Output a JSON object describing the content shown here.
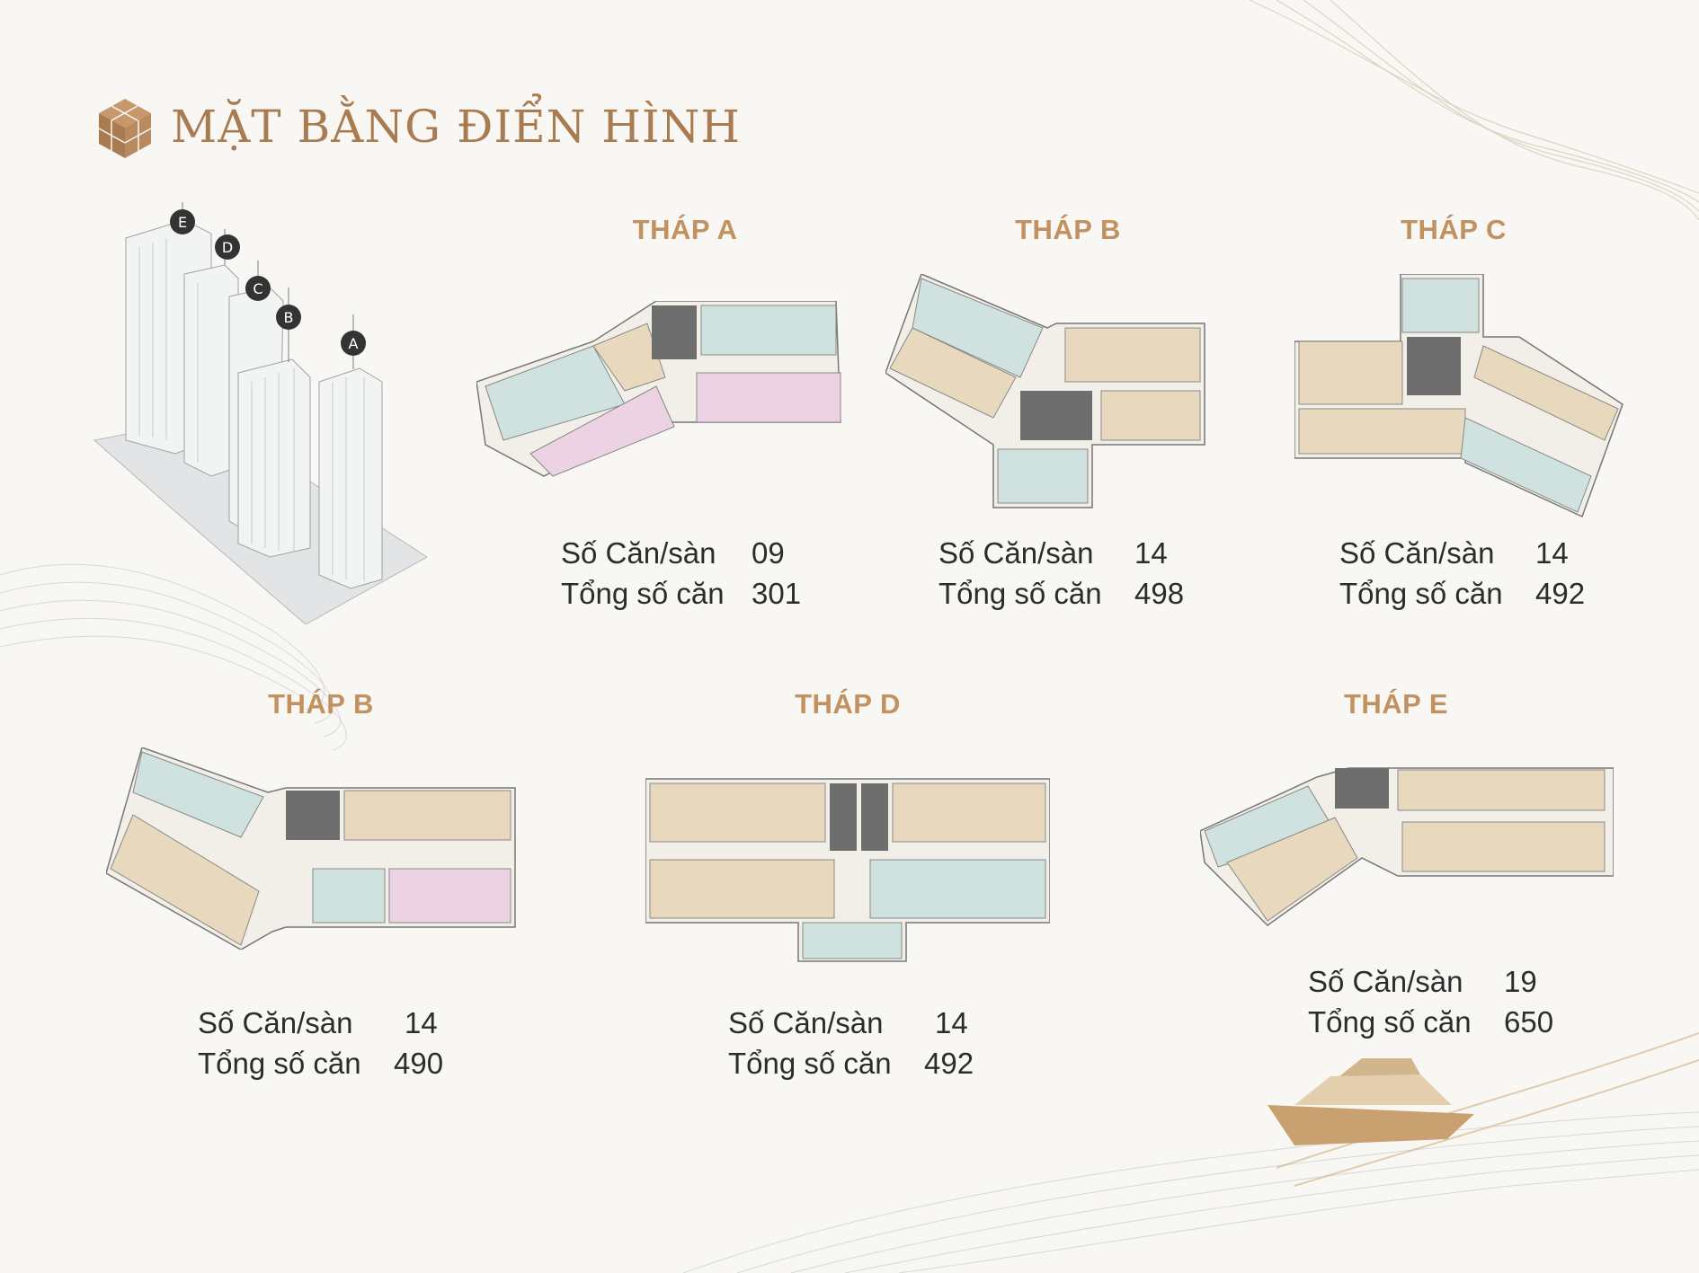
{
  "header": {
    "title": "MẶT BẰNG ĐIỂN HÌNH"
  },
  "labels": {
    "units_per_floor": "Số Căn/sàn",
    "total_units": "Tổng số căn"
  },
  "towers_3d": {
    "markers": [
      "E",
      "D",
      "C",
      "B",
      "A"
    ]
  },
  "towers": [
    {
      "title": "THÁP A",
      "units_per_floor": "09",
      "total_units": "301"
    },
    {
      "title": "THÁP B",
      "units_per_floor": "14",
      "total_units": "498"
    },
    {
      "title": "THÁP C",
      "units_per_floor": "14",
      "total_units": "492"
    },
    {
      "title": "THÁP B",
      "units_per_floor": "14",
      "total_units": "490"
    },
    {
      "title": "THÁP D",
      "units_per_floor": "14",
      "total_units": "492"
    },
    {
      "title": "THÁP E",
      "units_per_floor": "19",
      "total_units": "650"
    }
  ],
  "colors": {
    "accent_gold": "#c19260",
    "title_brown": "#a97b50",
    "plan_teal": "#cfe2e0",
    "plan_beige": "#e8d8bd",
    "plan_pink": "#ecd3e3",
    "plan_core": "#6e6e6e"
  }
}
